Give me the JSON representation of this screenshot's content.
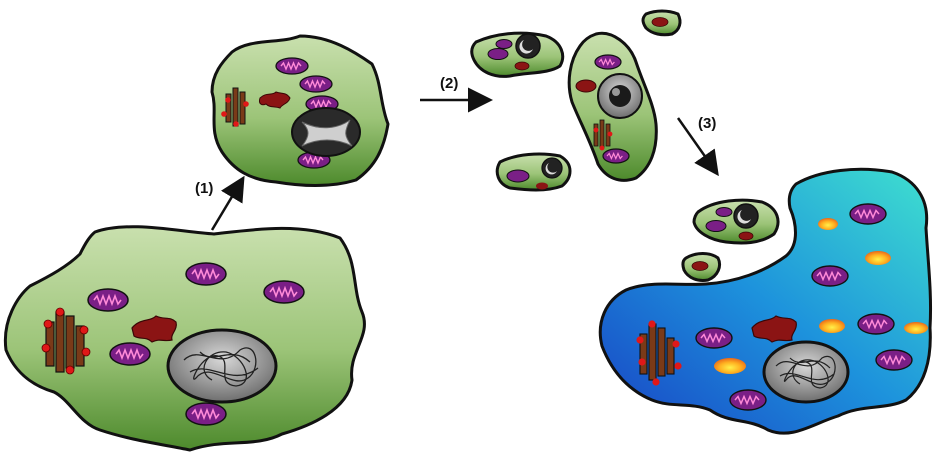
{
  "steps": [
    {
      "label": "(1)"
    },
    {
      "label": "(2)"
    },
    {
      "label": "(3)"
    }
  ],
  "colors": {
    "cytoplasm_light": "#b7d39a",
    "cytoplasm_dark": "#4f8a2f",
    "macrophage_light": "#2fd0d4",
    "macrophage_dark": "#1a55c9",
    "mitochondrion": "#7a1f86",
    "mitochondrion_crista": "#ff8ad8",
    "er_brown": "#7a3a18",
    "ribosome_red": "#e01818",
    "golgi": "#8b1414",
    "nucleus_gray": "#8a8a8a",
    "lipid_orange": "#f2a21a",
    "lipid_yellow": "#ffe23a",
    "outline": "#111111"
  },
  "icons": [
    "arrow-icon",
    "mitochondrion-icon",
    "nucleus-icon",
    "golgi-icon",
    "endoplasmic-reticulum-icon",
    "lipid-droplet-icon"
  ]
}
